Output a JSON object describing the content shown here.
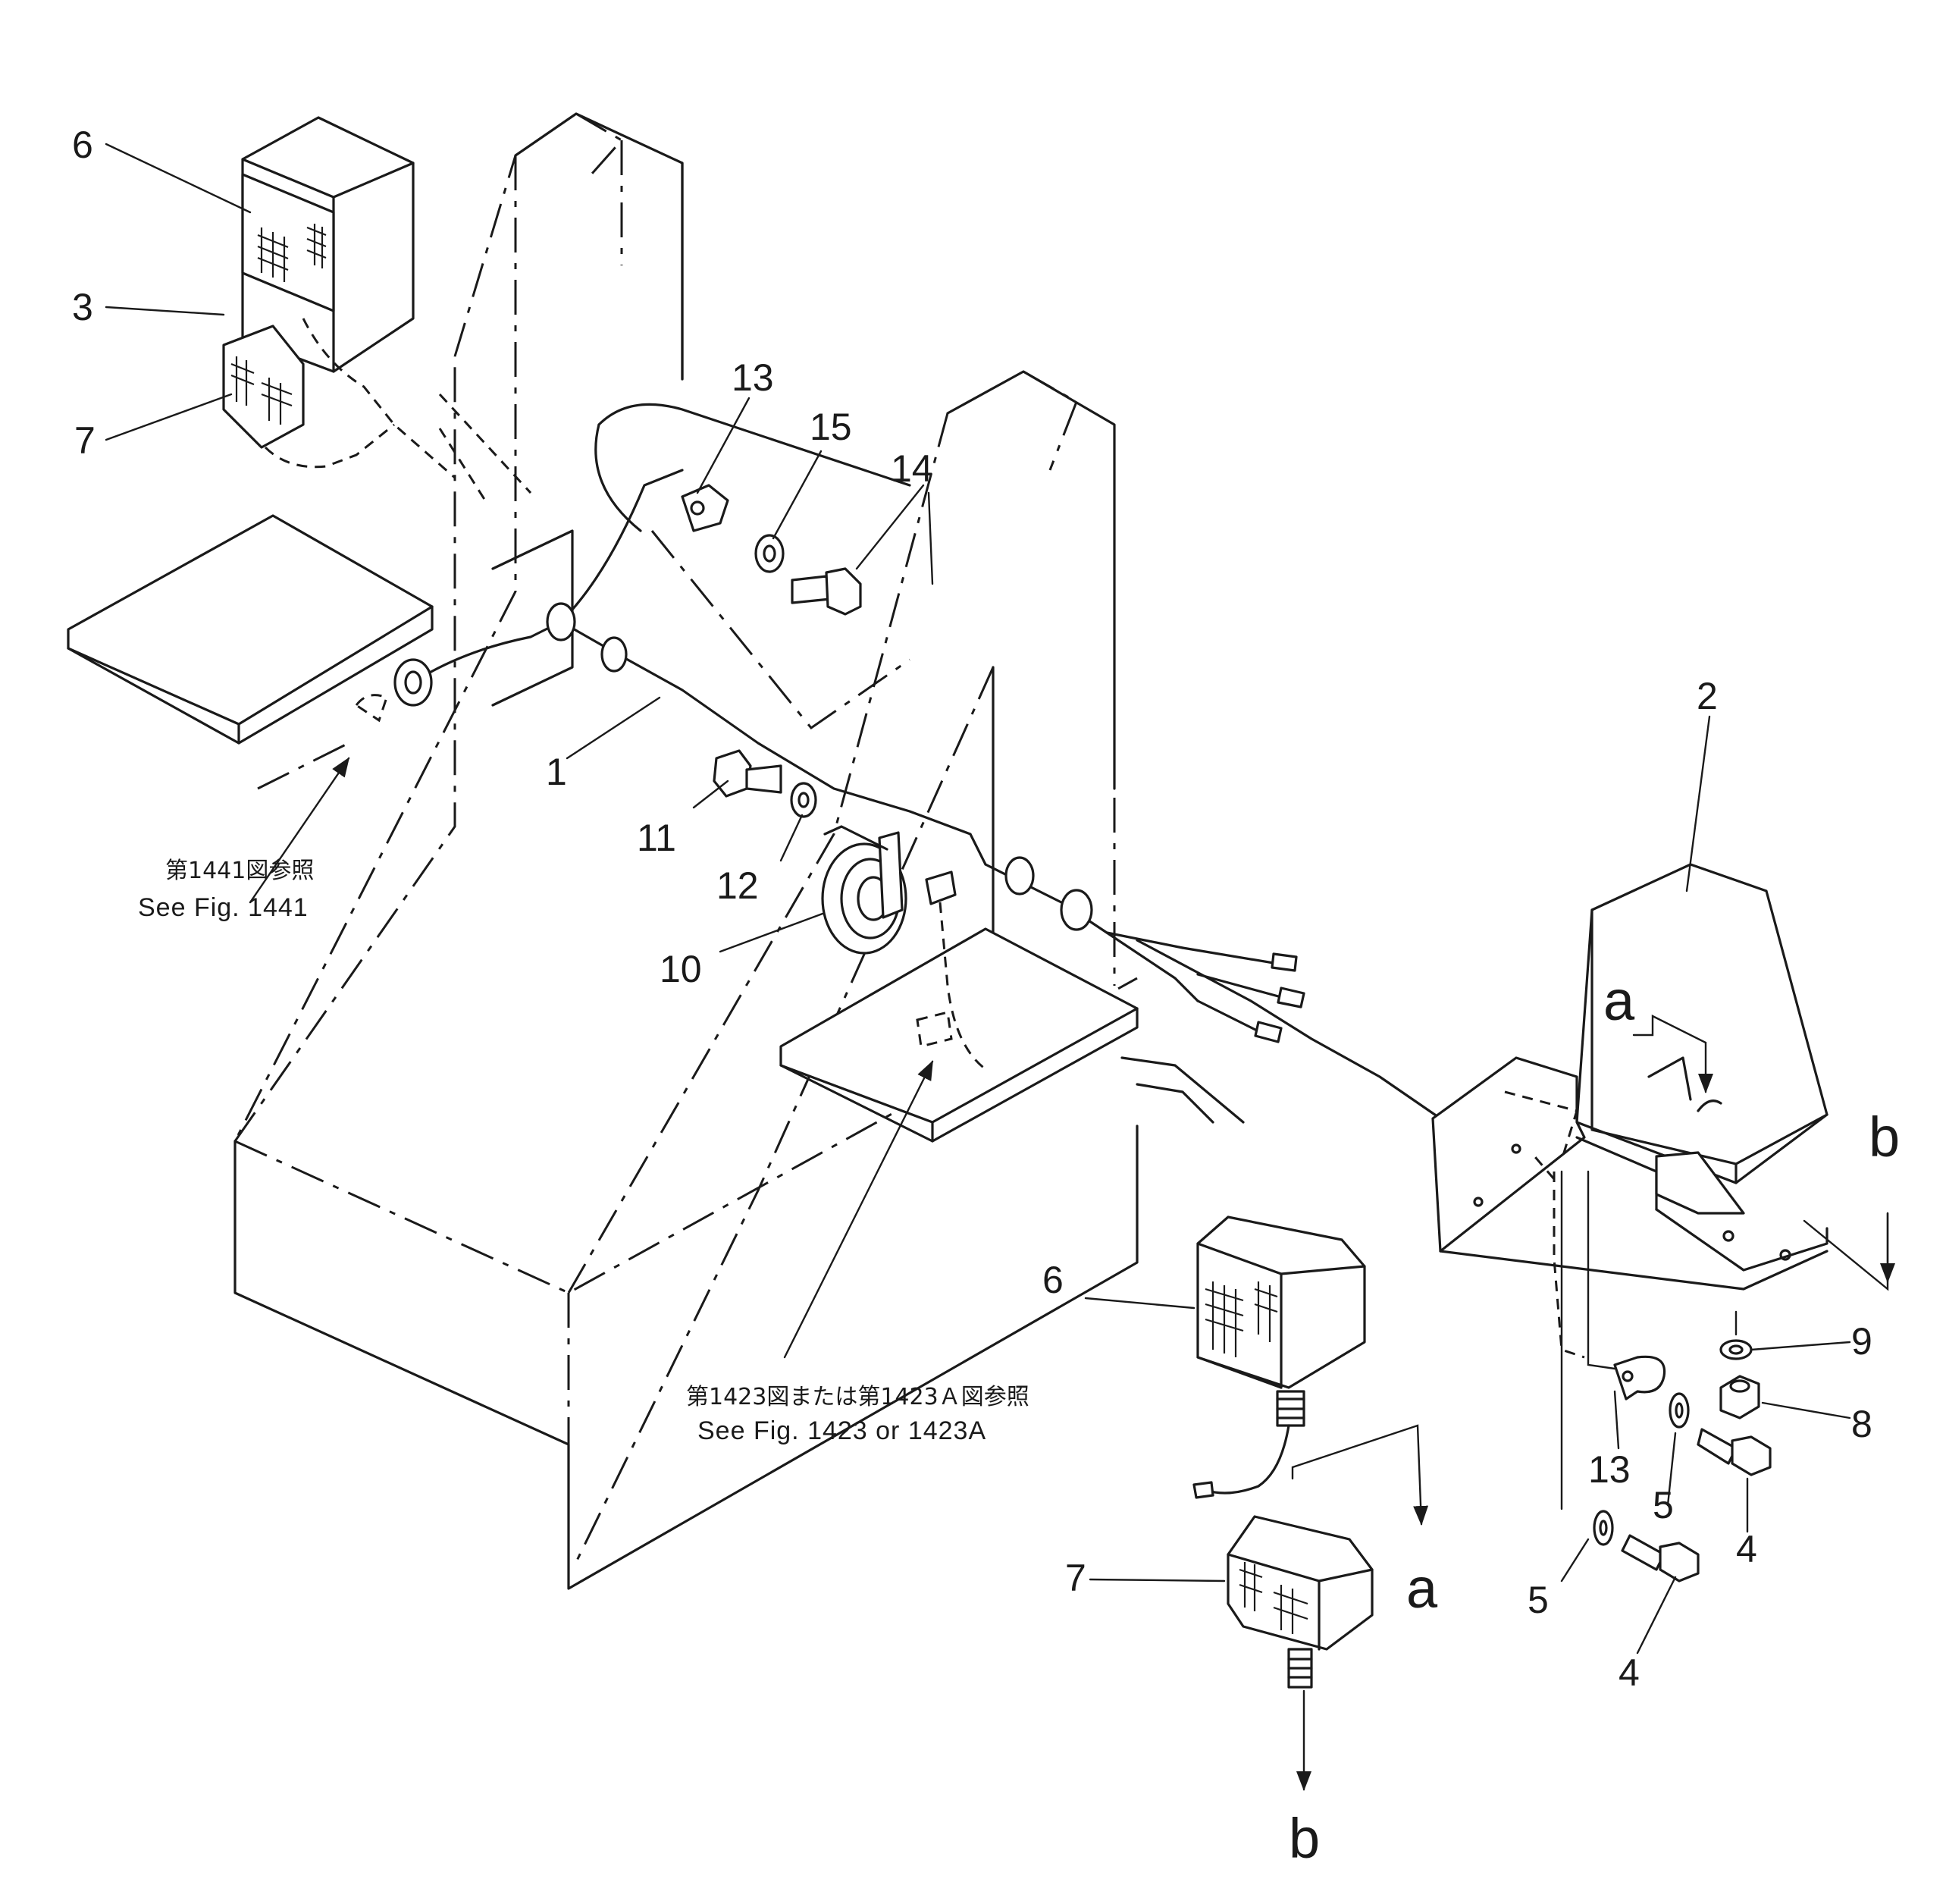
{
  "callouts": {
    "c1": "1",
    "c2": "2",
    "c3": "3",
    "c4a": "4",
    "c4b": "4",
    "c5a": "5",
    "c5b": "5",
    "c6a": "6",
    "c6b": "6",
    "c7a": "7",
    "c7b": "7",
    "c8": "8",
    "c9": "9",
    "c10": "10",
    "c11": "11",
    "c12": "12",
    "c13a": "13",
    "c13b": "13",
    "c14": "14",
    "c15": "15"
  },
  "view_markers": {
    "a_top": "a",
    "a_bottom": "a",
    "b_right": "b",
    "b_bottom": "b"
  },
  "references": {
    "fig1441_jp": "第1441図参照",
    "fig1441_en": "See Fig. 1441",
    "fig1423_jp": "第1423図または第1423Ａ図参照",
    "fig1423_en": "See Fig. 1423 or 1423A"
  }
}
